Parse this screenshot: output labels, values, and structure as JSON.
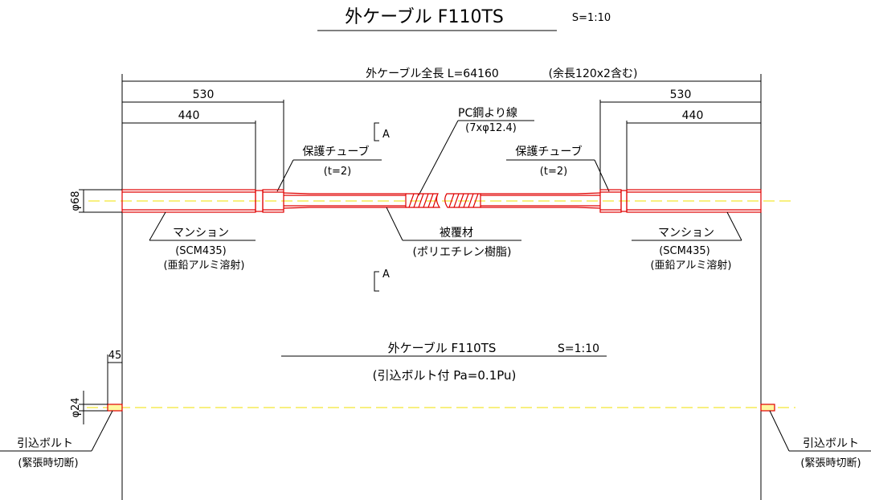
{
  "main_title": "外ケーブル F110TS",
  "main_scale": "S=1:10",
  "overall_length": "外ケーブル全長 L=64160",
  "overall_note": "(余長120x2含む)",
  "left_dim_outer": "530",
  "left_dim_inner": "440",
  "right_dim_outer": "530",
  "right_dim_inner": "440",
  "section_mark": "A",
  "strand_label": "PC鋼より線",
  "strand_spec": "(7xφ12.4)",
  "tube_label": "保護チューブ",
  "tube_spec": "(t=2)",
  "diameter_main": "φ68",
  "mansion_label": "マンション",
  "mansion_material": "(SCM435)",
  "mansion_coating": "(亜鉛アルミ溶射)",
  "sheath_label": "被覆材",
  "sheath_material": "(ポリエチレン樹脂)",
  "sub_title": "外ケーブル F110TS",
  "sub_scale": "S=1:10",
  "sub_note": "(引込ボルト付 Pa=0.1Pu)",
  "bolt_dim": "45",
  "diameter_bolt": "φ24",
  "bolt_label": "引込ボルト",
  "bolt_note": "(緊張時切断)"
}
